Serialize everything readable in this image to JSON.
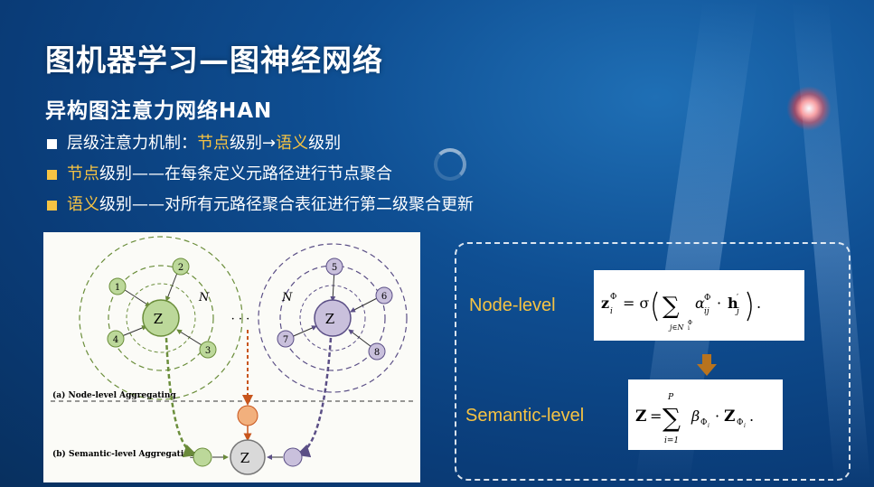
{
  "slide": {
    "title": "图机器学习—图神经网络",
    "subtitle": "异构图注意力网络HAN",
    "bullets": [
      {
        "pre": "",
        "hl1": "",
        "mid": "层级注意力机制：",
        "hl2": "节点",
        "mid2": "级别→",
        "hl3": "语义",
        "post": "级别",
        "bullet_color": "#ffffff"
      },
      {
        "hl": "节点",
        "text": "级别——在每条定义元路径进行节点聚合",
        "bullet_color": "#f6c343"
      },
      {
        "hl": "语义",
        "text": "级别——对所有元路径聚合表征进行第二级聚合更新",
        "bullet_color": "#f6c343"
      }
    ],
    "accent_color": "#f6c343"
  },
  "figure": {
    "label_a": "(a) Node-level Aggregating",
    "label_b": "(b) Semantic-level Aggregating",
    "ellipsis": "· · ·",
    "left_nodes": [
      "1",
      "2",
      "3",
      "4"
    ],
    "right_nodes": [
      "5",
      "6",
      "7",
      "8"
    ],
    "center_left": "Z",
    "center_right": "Z",
    "bottom_center": "Z",
    "neighbor_left": "N",
    "neighbor_right": "N"
  },
  "formulas": {
    "node_label": "Node-level",
    "semantic_label": "Semantic-level"
  }
}
